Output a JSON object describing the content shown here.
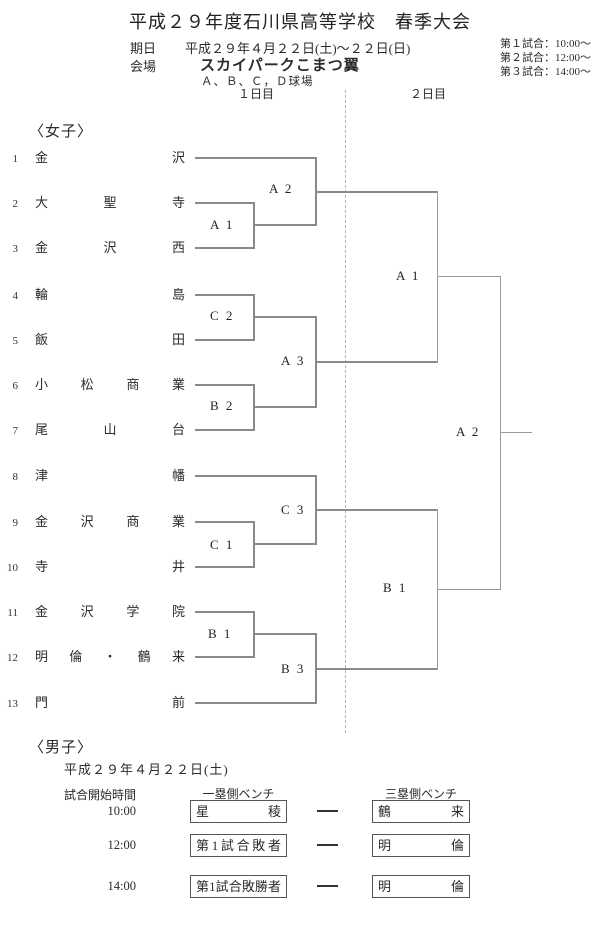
{
  "title": "平成２９年度石川県高等学校　春季大会",
  "header": {
    "date_label": "期日",
    "date_value": "平成２９年４月２２日(土)～２２日(日)",
    "venue_label": "会場",
    "venue_value": "スカイパークこまつ翼",
    "venue_fields": "Ａ、Ｂ、Ｃ，Ｄ球場",
    "game_times": [
      "第１試合：10:00～",
      "第２試合：12:00～",
      "第３試合：14:00～"
    ],
    "day1_label": "１日目",
    "day2_label": "２日目"
  },
  "girls": {
    "section_label": "〈女子〉",
    "teams": [
      {
        "no": "1",
        "name": "金沢"
      },
      {
        "no": "2",
        "name": "大聖寺"
      },
      {
        "no": "3",
        "name": "金沢西"
      },
      {
        "no": "4",
        "name": "輪島"
      },
      {
        "no": "5",
        "name": "飯田"
      },
      {
        "no": "6",
        "name": "小松商業"
      },
      {
        "no": "7",
        "name": "尾山台"
      },
      {
        "no": "8",
        "name": "津幡"
      },
      {
        "no": "9",
        "name": "金沢商業"
      },
      {
        "no": "10",
        "name": "寺井"
      },
      {
        "no": "11",
        "name": "金沢学院"
      },
      {
        "no": "12",
        "name": "明倫・鶴来"
      },
      {
        "no": "13",
        "name": "門前"
      }
    ],
    "matches": [
      {
        "id": "day1-A1",
        "label": "A 1"
      },
      {
        "id": "day1-A2",
        "label": "A 2"
      },
      {
        "id": "day1-C2",
        "label": "C 2"
      },
      {
        "id": "day1-A3",
        "label": "A 3"
      },
      {
        "id": "day1-B2",
        "label": "B 2"
      },
      {
        "id": "day1-C3",
        "label": "C 3"
      },
      {
        "id": "day1-C1",
        "label": "C 1"
      },
      {
        "id": "day1-B1",
        "label": "B 1"
      },
      {
        "id": "day1-B3",
        "label": "B 3"
      },
      {
        "id": "day2-A1",
        "label": "A 1"
      },
      {
        "id": "day2-B1",
        "label": "B 1"
      },
      {
        "id": "final-A2",
        "label": "A 2"
      }
    ]
  },
  "boys": {
    "section_label": "〈男子〉",
    "date": "平成２９年４月２２日(土)",
    "col_time": "試合開始時間",
    "col_first_base": "一塁側ベンチ",
    "col_third_base": "三塁側ベンチ",
    "rows": [
      {
        "time": "10:00",
        "first": "星稜",
        "third": "鶴来"
      },
      {
        "time": "12:00",
        "first": "第1試合敗者",
        "third": "明倫"
      },
      {
        "time": "14:00",
        "first": "第1試合敗勝者",
        "third": "明倫"
      }
    ]
  }
}
